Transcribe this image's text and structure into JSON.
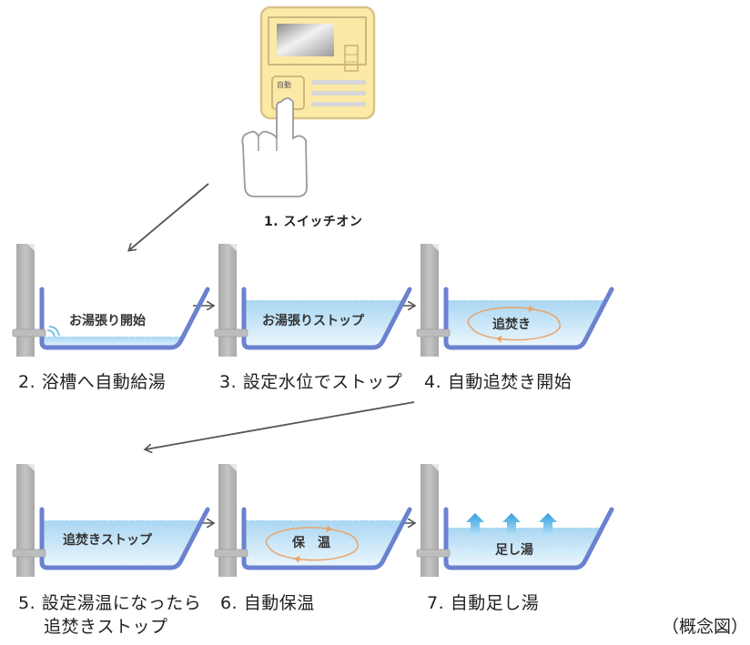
{
  "title": "自動お湯張り・追焚き・保温・足し湯の流れ",
  "caption": "（概念図）",
  "controller": {
    "button_label": "自動",
    "icon": "remote-controller-icon",
    "hand_icon": "pointing-hand-icon"
  },
  "colors": {
    "tub_outline": "#6b82cf",
    "water_top": "#a9d6f2",
    "water_bottom": "#eaf6fd",
    "controller_fill": "#fbe9a6",
    "controller_border": "#d8c48a",
    "pipe": "#b3b3b3",
    "circulation_arrow": "#e9a46a",
    "refill_arrow": "#3aa4e0"
  },
  "steps": [
    {
      "number": "1.",
      "label": "スイッチオン",
      "tub_text": ""
    },
    {
      "number": "2.",
      "label": "浴槽へ自動給湯",
      "tub_text": "お湯張り開始"
    },
    {
      "number": "3.",
      "label": "設定水位でストップ",
      "tub_text": "お湯張りストップ"
    },
    {
      "number": "4.",
      "label": "自動追焚き開始",
      "tub_text": "追焚き"
    },
    {
      "number": "5.",
      "label": "設定湯温になったら",
      "label_line2": "追焚きストップ",
      "tub_text": "追焚きストップ"
    },
    {
      "number": "6.",
      "label": "自動保温",
      "tub_text": "保　温"
    },
    {
      "number": "7.",
      "label": "自動足し湯",
      "tub_text": "足し湯"
    }
  ]
}
